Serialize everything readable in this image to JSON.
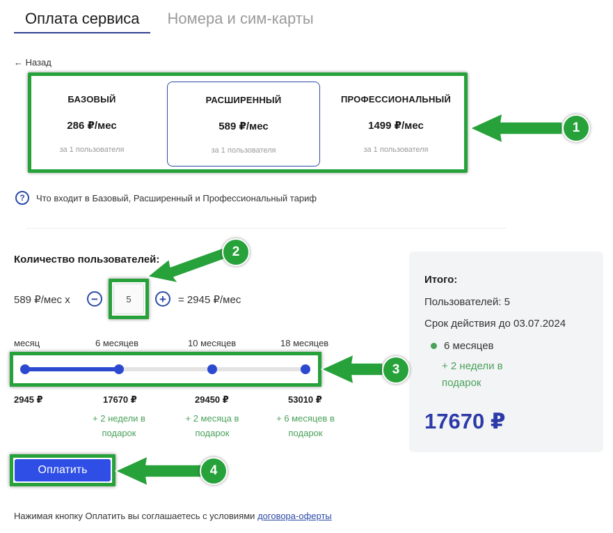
{
  "tabs": [
    {
      "label": "Оплата сервиса",
      "active": true
    },
    {
      "label": "Номера и сим-карты",
      "active": false
    }
  ],
  "back_label": "← Назад",
  "plans": [
    {
      "name": "БАЗОВЫЙ",
      "price": "286 ₽/мес",
      "note": "за 1 пользователя",
      "selected": false
    },
    {
      "name": "РАСШИРЕННЫЙ",
      "price": "589 ₽/мес",
      "note": "за 1 пользователя",
      "selected": true
    },
    {
      "name": "ПРОФЕССИОНАЛЬНЫЙ",
      "price": "1499 ₽/мес",
      "note": "за 1 пользователя",
      "selected": false
    }
  ],
  "info_link": "Что входит в Базовый, Расширенный и Профессиональный тариф",
  "users": {
    "title": "Количество пользователей:",
    "unit_price": "589 ₽/мес x",
    "minus": "−",
    "plus": "+",
    "quantity": "5",
    "total": "= 2945 ₽/мес"
  },
  "periods": [
    {
      "label": "месяц",
      "total": "2945 ₽",
      "gift": "",
      "selected": false
    },
    {
      "label": "6 месяцев",
      "total": "17670 ₽",
      "gift": "+ 2 недели в подарок",
      "selected": true
    },
    {
      "label": "10 месяцев",
      "total": "29450 ₽",
      "gift": "+ 2 месяца в подарок",
      "selected": false
    },
    {
      "label": "18 месяцев",
      "total": "53010 ₽",
      "gift": "+ 6 месяцев в подарок",
      "selected": false
    }
  ],
  "summary": {
    "title": "Итого:",
    "users": "Пользователей: 5",
    "valid_until": "Срок действия до 03.07.2024",
    "period": "6 месяцев",
    "gift": "+ 2 недели в подарок",
    "amount": "17670 ₽"
  },
  "pay_button": "Оплатить",
  "terms": {
    "text": "Нажимая кнопку Оплатить вы соглашаетесь с условиями ",
    "link": "договора-оферты"
  },
  "annotation_badges": [
    "1",
    "2",
    "3",
    "4"
  ],
  "colors": {
    "accent": "#2c4ad0",
    "highlight_green": "#27a13a",
    "gift_green": "#4aa15a",
    "amount_blue": "#2c3aa8"
  }
}
